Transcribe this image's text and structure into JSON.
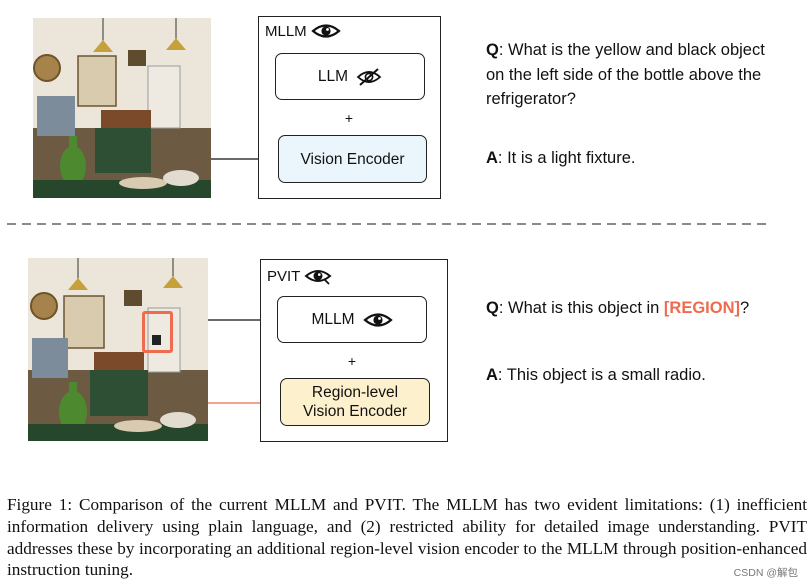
{
  "top": {
    "panel_title": "MLLM",
    "llm_label": "LLM",
    "plus": "+",
    "vision_encoder_label": "Vision Encoder",
    "q_prefix": "Q",
    "question": ": What is the yellow and black object on the left side of the bottle above the refrigerator?",
    "a_prefix": "A",
    "answer": ": It is a light fixture."
  },
  "bottom": {
    "panel_title": "PVIT",
    "mllm_label": "MLLM",
    "plus": "+",
    "region_encoder_line1": "Region-level",
    "region_encoder_line2": "Vision Encoder",
    "q_prefix": "Q",
    "question_before": ": What is this object in ",
    "region_token": "[REGION]",
    "question_after": "?",
    "a_prefix": "A",
    "answer": ": This object is a small radio."
  },
  "caption": "Figure 1: Comparison of the current MLLM and PVIT. The MLLM has two evident limitations: (1) inefficient information delivery using plain language, and (2) restricted ability for detailed image understanding. PVIT addresses these by incorporating an additional region-level vision encoder to the MLLM through position-enhanced instruction tuning.",
  "watermark": "CSDN @解包",
  "colors": {
    "vision_encoder_fill": "#eaf6fb",
    "region_encoder_fill": "#fdf0cc",
    "region_highlight": "#ef6b4f",
    "text": "#111111"
  }
}
